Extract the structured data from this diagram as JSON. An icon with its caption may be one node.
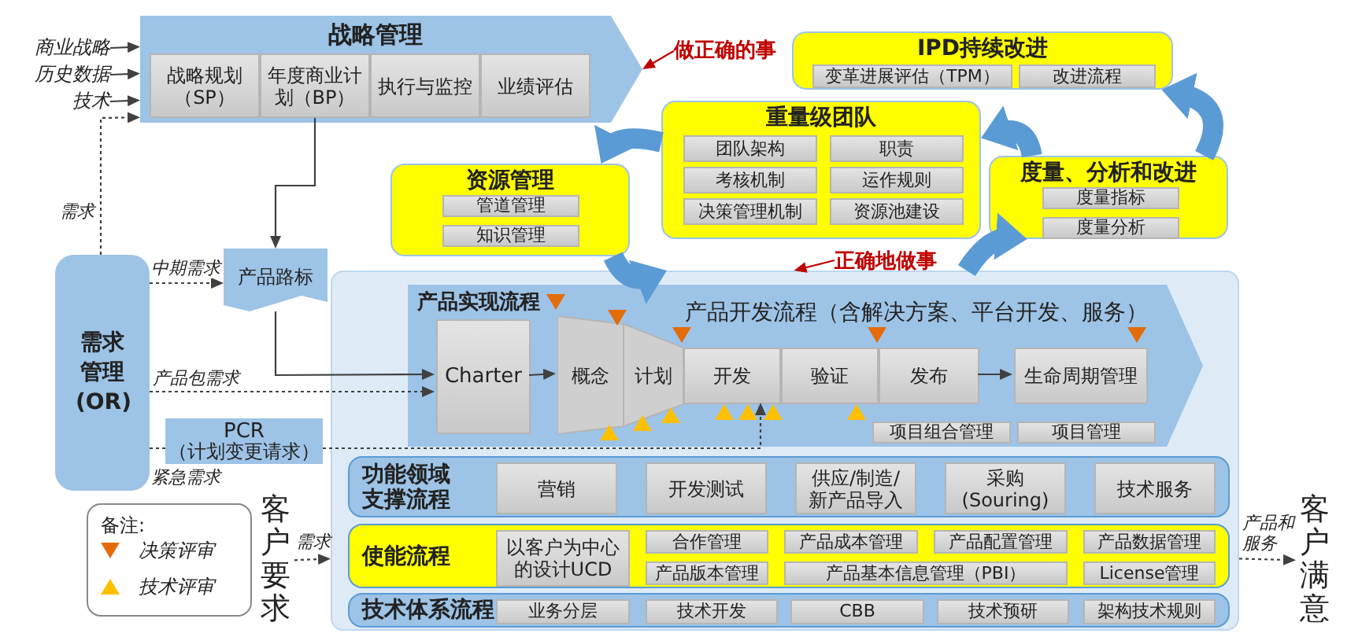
{
  "diagram": {
    "nodes": [
      {
        "text": [
          "战略管理"
        ]
      },
      {
        "text": [
          "战略规划（SP）"
        ],
        "in": 0
      },
      {
        "text": [
          "年度商业计划（BP）"
        ],
        "in": 0
      },
      {
        "text": [
          "执行与监控"
        ],
        "in": 0
      },
      {
        "text": [
          "业绩评估"
        ],
        "in": 0
      },
      {
        "text": [
          "商业战略"
        ]
      },
      {
        "text": [
          "历史数据"
        ]
      },
      {
        "text": [
          "技术"
        ]
      },
      {
        "text": [
          "做正确的事"
        ]
      },
      {
        "text": [
          "IPD持续改进"
        ]
      },
      {
        "text": [
          "变革进展评估（TPM）"
        ],
        "in": 9
      },
      {
        "text": [
          "改进流程"
        ],
        "in": 9
      },
      {
        "text": [
          "重量级团队"
        ]
      },
      {
        "text": [
          "团队架构"
        ],
        "in": 12
      },
      {
        "text": [
          "职责"
        ],
        "in": 12
      },
      {
        "text": [
          "考核机制"
        ],
        "in": 12
      },
      {
        "text": [
          "运作规则"
        ],
        "in": 12
      },
      {
        "text": [
          "决策管理机制"
        ],
        "in": 12
      },
      {
        "text": [
          "资源池建设"
        ],
        "in": 12
      },
      {
        "text": [
          "资源管理"
        ]
      },
      {
        "text": [
          "管道管理"
        ],
        "in": 19
      },
      {
        "text": [
          "知识管理"
        ],
        "in": 19
      },
      {
        "text": [
          "度量、分析和改进"
        ]
      },
      {
        "text": [
          "度量指标"
        ],
        "in": 22
      },
      {
        "text": [
          "度量分析"
        ],
        "in": 22
      },
      {
        "text": [
          "正确地做事"
        ]
      },
      {
        "text": [
          "需求管理(OR)"
        ]
      },
      {
        "text": [
          "产品路标"
        ]
      },
      {
        "text": [
          "PCR",
          "（计划变更请求）"
        ]
      },
      {
        "text": [],
        "shape": "box"
      },
      {
        "text": [
          "产品实现流程",
          "产品开发流程（含解决方案、平台开发、服务）"
        ],
        "in": 29
      },
      {
        "text": [
          "Charter"
        ],
        "in": 30
      },
      {
        "text": [
          "概念"
        ],
        "in": 30
      },
      {
        "text": [
          "计划"
        ],
        "in": 30
      },
      {
        "text": [
          "开发"
        ],
        "in": 30
      },
      {
        "text": [
          "验证"
        ],
        "in": 30
      },
      {
        "text": [
          "发布"
        ],
        "in": 30
      },
      {
        "text": [
          "生命周期管理"
        ],
        "in": 30
      },
      {
        "text": [
          "项目组合管理"
        ],
        "in": 30
      },
      {
        "text": [
          "项目管理"
        ],
        "in": 30
      },
      {
        "text": [
          "功能领域支撑流程"
        ],
        "in": 29
      },
      {
        "text": [
          "营销"
        ],
        "in": 40
      },
      {
        "text": [
          "开发测试"
        ],
        "in": 40
      },
      {
        "text": [
          "供应/制造/新产品导入"
        ],
        "in": 40
      },
      {
        "text": [
          "采购(Souring)"
        ],
        "in": 40
      },
      {
        "text": [
          "技术服务"
        ],
        "in": 40
      },
      {
        "text": [
          "使能流程"
        ],
        "in": 29
      },
      {
        "text": [
          "以客户为中心的设计UCD"
        ],
        "in": 46
      },
      {
        "text": [
          "合作管理"
        ],
        "in": 46
      },
      {
        "text": [
          "产品成本管理"
        ],
        "in": 46
      },
      {
        "text": [
          "产品配置管理"
        ],
        "in": 46
      },
      {
        "text": [
          "产品数据管理"
        ],
        "in": 46
      },
      {
        "text": [
          "产品版本管理"
        ],
        "in": 46
      },
      {
        "text": [
          "产品基本信息管理（PBI）"
        ],
        "in": 46
      },
      {
        "text": [
          "License管理"
        ],
        "in": 46
      },
      {
        "text": [
          "技术体系流程"
        ],
        "in": 29
      },
      {
        "text": [
          "业务分层"
        ],
        "in": 55
      },
      {
        "text": [
          "技术开发"
        ],
        "in": 55
      },
      {
        "text": [
          "CBB"
        ],
        "in": 55
      },
      {
        "text": [
          "技术预研"
        ],
        "in": 55
      },
      {
        "text": [
          "架构技术规则"
        ],
        "in": 55
      },
      {
        "text": [
          "客户要求"
        ]
      },
      {
        "text": [
          "客户满意"
        ]
      }
    ],
    "edges": [
      {
        "from": 5,
        "to": 0,
        "arrow": "to"
      },
      {
        "from": 6,
        "to": 0,
        "arrow": "to"
      },
      {
        "from": 7,
        "to": 0,
        "arrow": "to"
      },
      {
        "from": 26,
        "to": 0,
        "arrow": "to",
        "style": "dashed",
        "label": "需求"
      },
      {
        "from": 8,
        "to": 0,
        "arrow": "to",
        "color": "#c00000"
      },
      {
        "from": 2,
        "to": 27,
        "arrow": "to"
      },
      {
        "from": 26,
        "to": 27,
        "arrow": "to",
        "style": "dashed",
        "label": "中期需求"
      },
      {
        "from": 27,
        "to": 31,
        "arrow": "to"
      },
      {
        "from": 26,
        "to": 31,
        "arrow": "to",
        "style": "dashed",
        "label": "产品包需求"
      },
      {
        "from": 26,
        "to": 28,
        "arrow": "none",
        "style": "dashed",
        "label": "紧急需求"
      },
      {
        "from": 28,
        "to": 34,
        "arrow": "to",
        "style": "dashed"
      },
      {
        "from": 31,
        "to": 32,
        "arrow": "to"
      },
      {
        "from": 36,
        "to": 37,
        "arrow": "to"
      },
      {
        "from": 22,
        "to": 9,
        "arrow": "to",
        "style": "thick",
        "color": "#5b9bd5"
      },
      {
        "from": 22,
        "to": 12,
        "arrow": "to",
        "style": "thick",
        "color": "#5b9bd5"
      },
      {
        "from": 12,
        "to": 19,
        "arrow": "to",
        "style": "thick",
        "color": "#5b9bd5"
      },
      {
        "from": 19,
        "to": 29,
        "arrow": "to",
        "style": "thick",
        "color": "#5b9bd5"
      },
      {
        "from": 29,
        "to": 22,
        "arrow": "to",
        "style": "thick",
        "color": "#5b9bd5"
      },
      {
        "from": 25,
        "to": 29,
        "arrow": "to",
        "color": "#c00000"
      },
      {
        "from": 61,
        "to": 29,
        "arrow": "to",
        "style": "dashed",
        "label": "需求"
      },
      {
        "from": 29,
        "to": 62,
        "arrow": "to",
        "style": "dashed",
        "label": "产品和服务"
      }
    ],
    "labels": [
      "备注:"
    ],
    "legend": [
      {
        "text": "决策评审"
      },
      {
        "text": "技术评审"
      }
    ]
  }
}
